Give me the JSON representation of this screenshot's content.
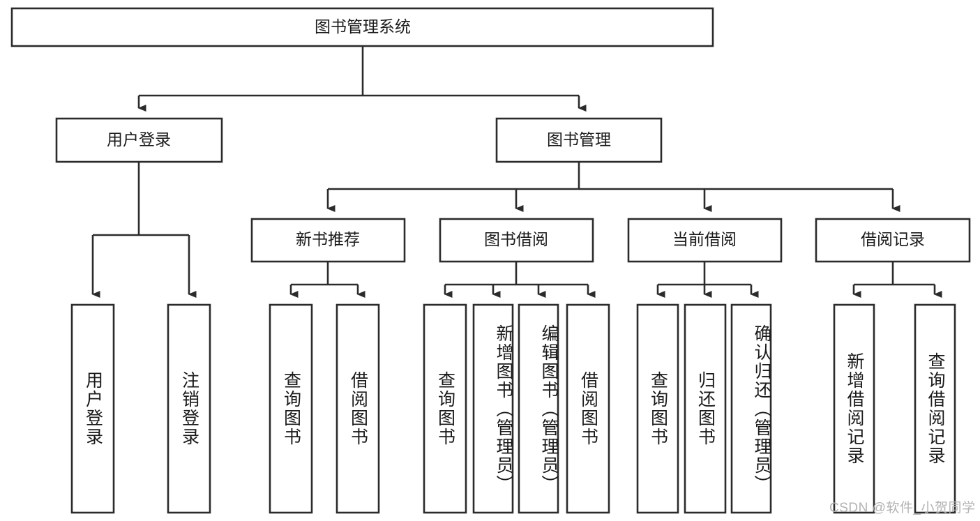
{
  "diagram": {
    "type": "tree-hierarchy",
    "title": "图书管理系统",
    "root": {
      "label": "图书管理系统",
      "orientation": "horizontal"
    },
    "level2": [
      {
        "label": "用户登录",
        "orientation": "horizontal"
      },
      {
        "label": "图书管理",
        "orientation": "horizontal"
      }
    ],
    "level3": [
      {
        "label": "新书推荐",
        "orientation": "horizontal",
        "parent": "图书管理"
      },
      {
        "label": "图书借阅",
        "orientation": "horizontal",
        "parent": "图书管理"
      },
      {
        "label": "当前借阅",
        "orientation": "horizontal",
        "parent": "图书管理"
      },
      {
        "label": "借阅记录",
        "orientation": "horizontal",
        "parent": "图书管理"
      }
    ],
    "leaves": {
      "user_login": [
        {
          "label": "用户登录",
          "orientation": "vertical"
        },
        {
          "label": "注销登录",
          "orientation": "vertical"
        }
      ],
      "new_book_recommend": [
        {
          "label": "查询图书",
          "orientation": "vertical"
        },
        {
          "label": "借阅图书",
          "orientation": "vertical"
        }
      ],
      "book_borrow": [
        {
          "label": "查询图书",
          "orientation": "vertical"
        },
        {
          "label": "新增图书（管理员）",
          "orientation": "vertical"
        },
        {
          "label": "编辑图书（管理员）",
          "orientation": "vertical"
        },
        {
          "label": "借阅图书",
          "orientation": "vertical"
        }
      ],
      "current_borrow": [
        {
          "label": "查询图书",
          "orientation": "vertical"
        },
        {
          "label": "归还图书",
          "orientation": "vertical"
        },
        {
          "label": "确认归还（管理员）",
          "orientation": "vertical"
        }
      ],
      "borrow_record": [
        {
          "label": "新增借阅记录",
          "orientation": "vertical"
        },
        {
          "label": "查询借阅记录",
          "orientation": "vertical"
        }
      ]
    },
    "watermark": "CSDN @软件_小贺同学",
    "colors": {
      "stroke": "#2b2b2b",
      "fill": "#ffffff",
      "text": "#1a1a1a",
      "watermark": "#b3b3b3",
      "background": "#ffffff"
    }
  }
}
